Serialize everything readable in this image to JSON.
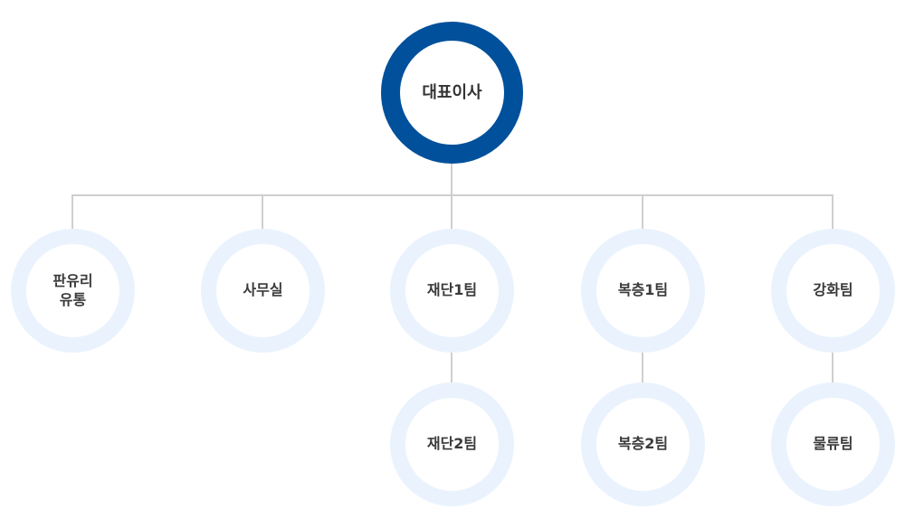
{
  "colors": {
    "root_ring": "#00509b",
    "dept_ring": "#eaf3fd",
    "connector": "#cfcfcf",
    "label_text": "#3a3a3a"
  },
  "root": {
    "label": "대표이사"
  },
  "departments": [
    {
      "label": "판유리\n유통"
    },
    {
      "label": "사무실"
    },
    {
      "label": "재단1팀",
      "sub": {
        "label": "재단2팀"
      }
    },
    {
      "label": "복층1팀",
      "sub": {
        "label": "복층2팀"
      }
    },
    {
      "label": "강화팀",
      "sub": {
        "label": "물류팀"
      }
    }
  ]
}
